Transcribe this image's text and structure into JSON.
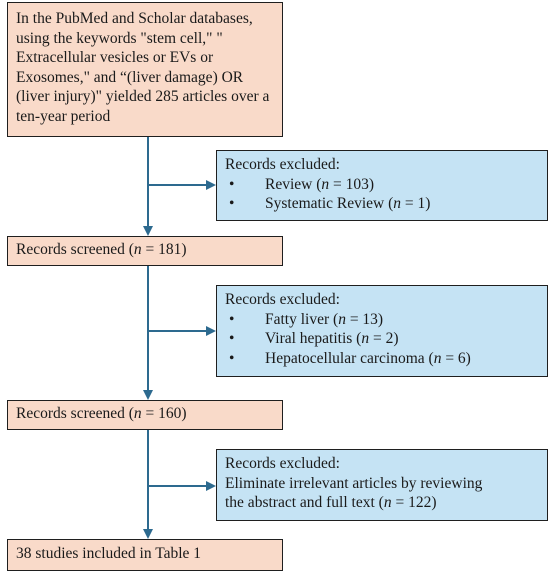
{
  "start": {
    "text": "In the PubMed and Scholar databases, using the keywords \"stem cell,\" \" Extracellular vesicles or EVs or Exosomes,\" and “(liver damage) OR (liver injury)\" yielded 285 articles over a ten-year period"
  },
  "excluded_1": {
    "title": "Records excluded:",
    "items": [
      {
        "label": "Review (",
        "n": "n",
        "rest": " = 103)"
      },
      {
        "label": "Systematic Review (",
        "n": "n",
        "rest": " = 1)"
      }
    ]
  },
  "screened_1": {
    "label": "Records screened (",
    "n": "n",
    "rest": " = 181)"
  },
  "excluded_2": {
    "title": "Records excluded:",
    "items": [
      {
        "label": "Fatty liver (",
        "n": "n",
        "rest": " = 13)"
      },
      {
        "label": "Viral hepatitis (",
        "n": "n",
        "rest": " = 2)"
      },
      {
        "label": "Hepatocellular carcinoma (",
        "n": "n",
        "rest": " = 6)"
      }
    ]
  },
  "screened_2": {
    "label": "Records screened (",
    "n": "n",
    "rest": " = 160)"
  },
  "excluded_3": {
    "title": "Records excluded:",
    "line1": "Eliminate irrelevant articles by reviewing",
    "line2": "the abstract and full text (",
    "n": "n",
    "rest": " = 122)"
  },
  "final": {
    "text": "38 studies included in Table 1"
  },
  "colors": {
    "peach": "#f9dac9",
    "blue": "#c5e3f4",
    "arrow": "#2d6a8f"
  }
}
